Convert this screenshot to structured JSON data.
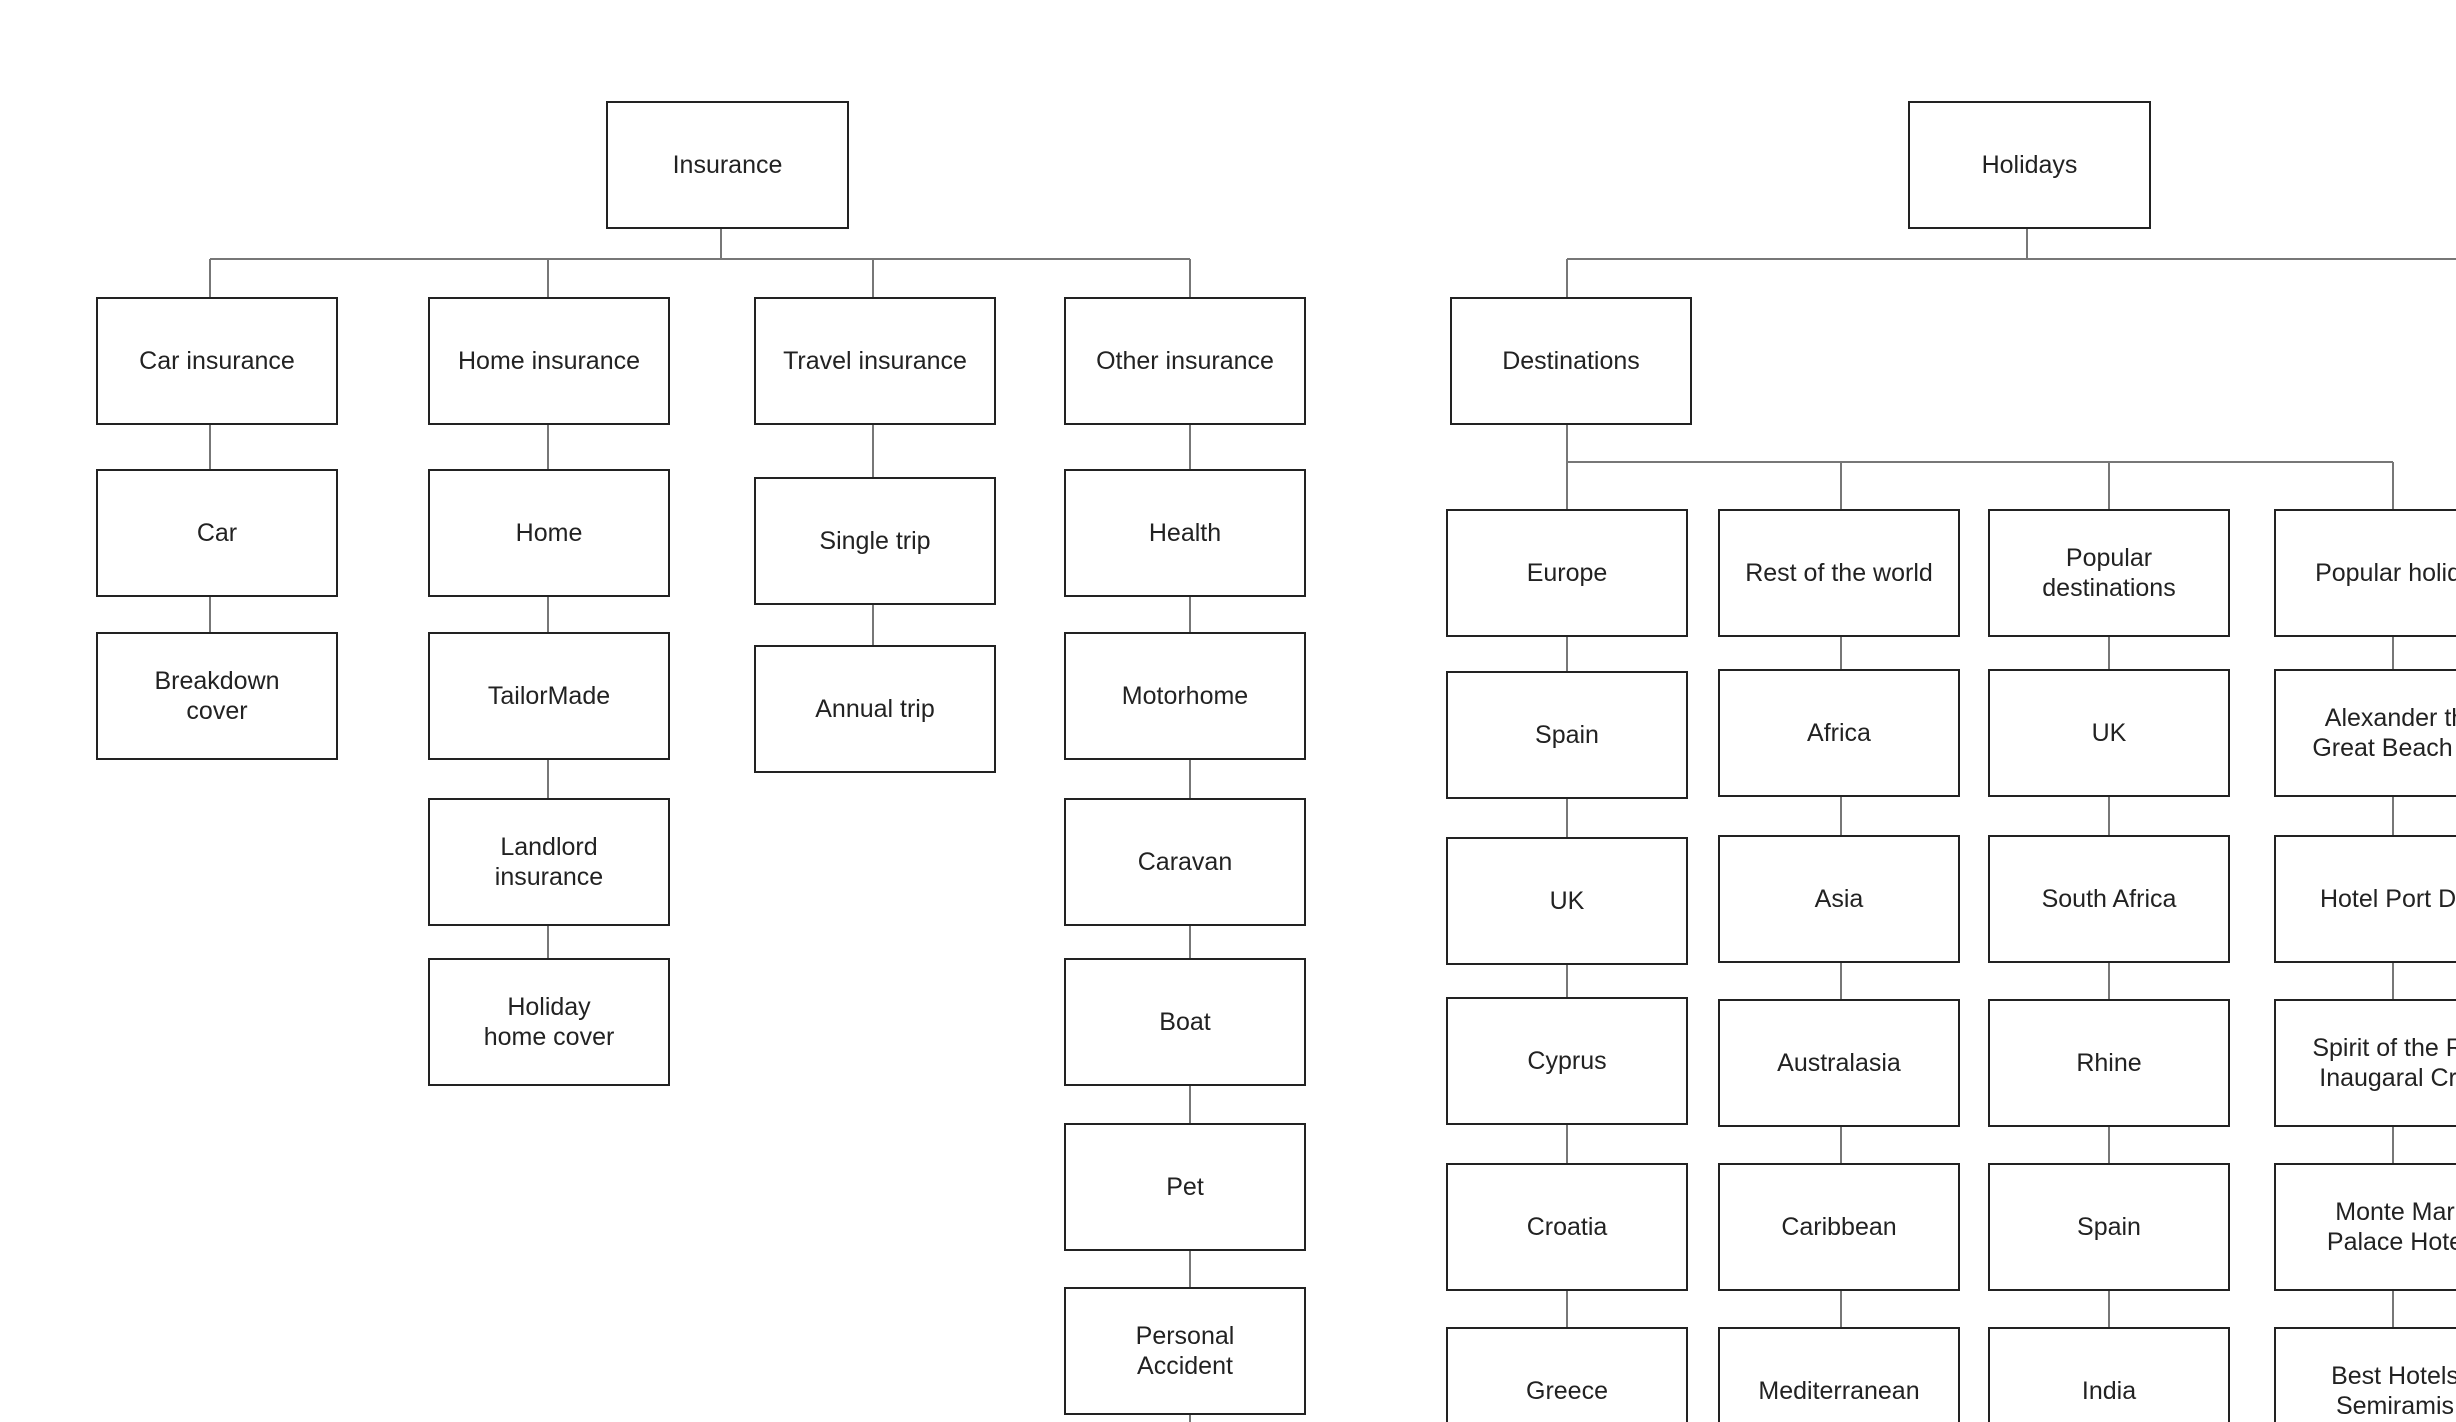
{
  "colors": {
    "line": "#777777",
    "border": "#222222",
    "text": "#222222",
    "background": "#ffffff"
  },
  "nodes": {
    "insurance": "Insurance",
    "car_insurance": "Car insurance",
    "car": "Car",
    "breakdown_cover": "Breakdown\ncover",
    "home_insurance": "Home insurance",
    "home": "Home",
    "tailormade": "TailorMade",
    "landlord_insurance": "Landlord\ninsurance",
    "holiday_home_cover": "Holiday\nhome cover",
    "travel_insurance": "Travel insurance",
    "single_trip": "Single trip",
    "annual_trip": "Annual trip",
    "other_insurance": "Other insurance",
    "health": "Health",
    "motorhome": "Motorhome",
    "caravan": "Caravan",
    "boat": "Boat",
    "pet": "Pet",
    "personal_accident": "Personal\nAccident",
    "holidays": "Holidays",
    "destinations": "Destinations",
    "europe": "Europe",
    "spain_europe": "Spain",
    "uk_europe": "UK",
    "cyprus": "Cyprus",
    "croatia": "Croatia",
    "greece": "Greece",
    "rest_of_world": "Rest of the world",
    "africa": "Africa",
    "asia": "Asia",
    "australasia": "Australasia",
    "caribbean": "Caribbean",
    "mediterranean": "Mediterranean",
    "popular_destinations": "Popular\ndestinations",
    "uk_popular": "UK",
    "south_africa": "South Africa",
    "rhine": "Rhine",
    "spain_popular": "Spain",
    "india": "India",
    "popular_holidays": "Popular holida",
    "alexander": "Alexander th\nGreat Beach H",
    "hotel_port": "Hotel Port De",
    "spirit_rhine": "Spirit of the Rh\nInaugaral Cru",
    "monte_mar": "Monte Mar\nPalace Hote",
    "best_hotels": "Best Hotels\nSemiramis"
  }
}
